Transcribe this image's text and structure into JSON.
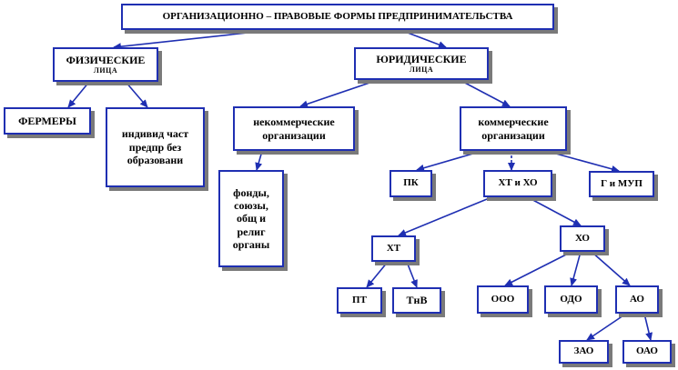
{
  "diagram": {
    "root": "ОРГАНИЗАЦИОННО  – ПРАВОВЫЕ  ФОРМЫ  ПРЕДПРИНИМАТЕЛЬСТВА",
    "physical": {
      "main": "ФИЗИЧЕСКИЕ",
      "sub": "ЛИЦА"
    },
    "legal": {
      "main": "ЮРИДИЧЕСКИЕ",
      "sub": "ЛИЦА"
    },
    "farmers": "ФЕРМЕРЫ",
    "individual": "индивид част предпр без образовани",
    "noncommercial": "некоммерческие организации",
    "commercial": "коммерческие организации",
    "funds": "фонды, союзы, общ и религ органы",
    "pk": "ПК",
    "ht_ho": "ХТ и ХО",
    "g_mup": "Г и МУП",
    "ht": "ХТ",
    "ho": "ХО",
    "pt": "ПТ",
    "tnv": "ТнВ",
    "ooo": "ООО",
    "odo": "ОДО",
    "ao": "АО",
    "zao": "ЗАО",
    "oao": "ОАО"
  },
  "colors": {
    "border": "#1f2fb2",
    "shadow": "#7a7a7a",
    "text": "#000000"
  }
}
